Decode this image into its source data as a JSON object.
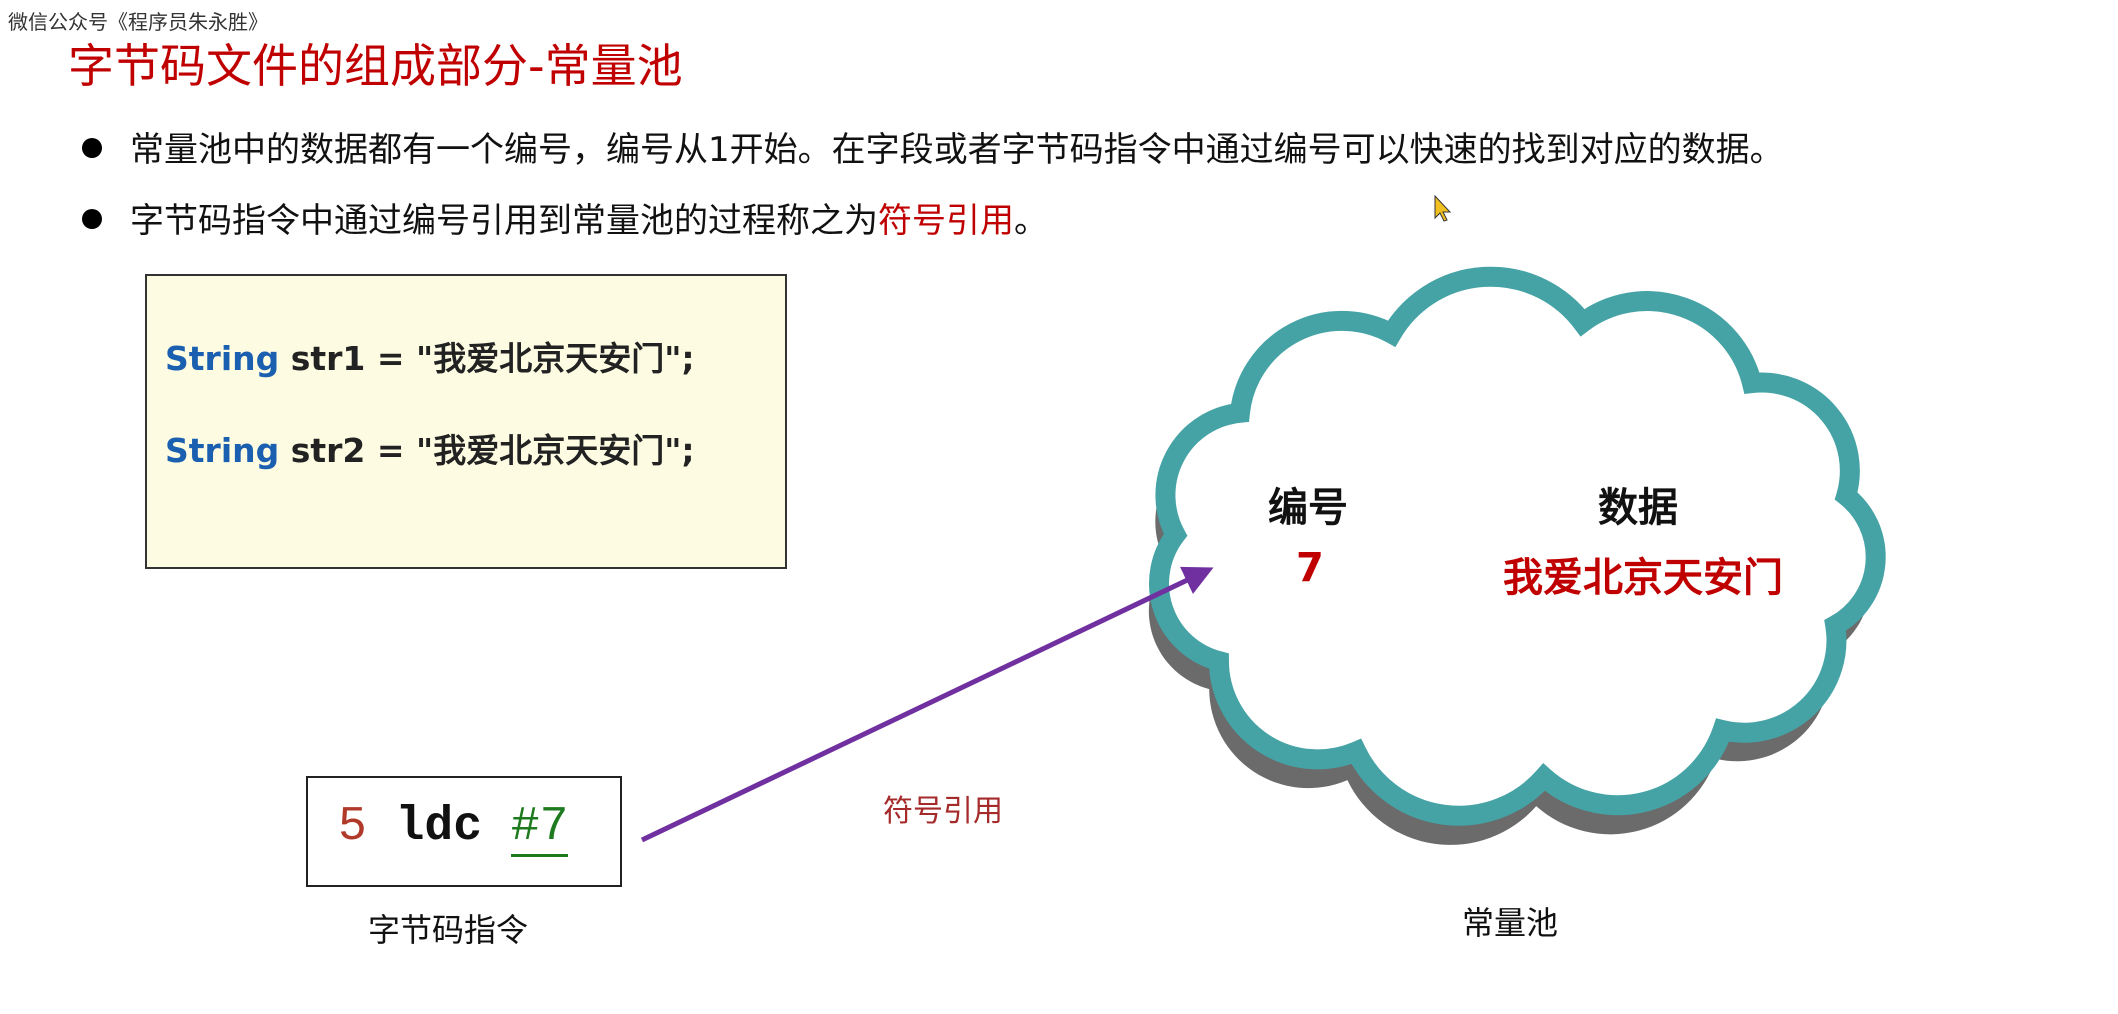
{
  "watermark": "微信公众号《程序员朱永胜》",
  "title": "字节码文件的组成部分-常量池",
  "bullets": [
    {
      "text": "常量池中的数据都有一个编号，编号从1开始。在字段或者字节码指令中通过编号可以快速的找到对应的数据。"
    },
    {
      "text_before": "字节码指令中通过编号引用到常量池的过程称之为",
      "highlight": "符号引用",
      "text_after": "。"
    }
  ],
  "code": [
    {
      "keyword": "String",
      "rest": " str1 = \"我爱北京天安门\";"
    },
    {
      "keyword": "String",
      "rest": " str2 = \"我爱北京天安门\";"
    }
  ],
  "bytecode": {
    "index": "5",
    "op": "ldc",
    "ref": "#7",
    "label": "字节码指令"
  },
  "arrow_label": "符号引用",
  "pool": {
    "header_id": "编号",
    "header_data": "数据",
    "id": "7",
    "data": "我爱北京天安门",
    "label": "常量池"
  },
  "colors": {
    "title": "#c00000",
    "cloud_stroke": "#45a3a6",
    "cloud_shadow": "#6b6b6b",
    "arrow": "#7030a0",
    "keyword": "#1a5fb0"
  }
}
